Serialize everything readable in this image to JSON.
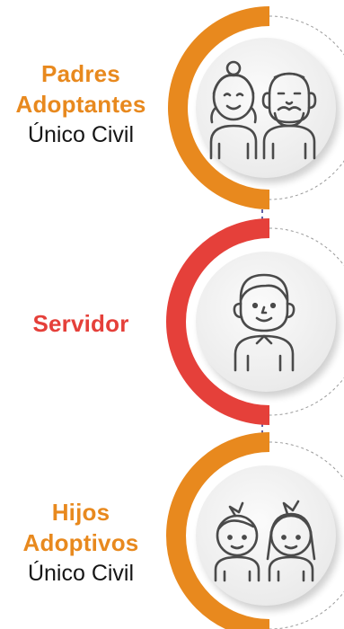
{
  "colors": {
    "orange": "#E8891E",
    "red": "#E5403A",
    "connector": "#3B3A8F",
    "icon_stroke": "#4A4A4A",
    "disc": "#F2F2F2"
  },
  "nodes": [
    {
      "role": "Padres Adoptantes",
      "role_line1": "Padres",
      "role_line2": "Adoptantes",
      "subtitle": "Único Civil",
      "color": "#E8891E",
      "icon": "elderly-couple-icon"
    },
    {
      "role": "Servidor",
      "subtitle": "",
      "color": "#E5403A",
      "icon": "person-icon"
    },
    {
      "role": "Hijos Adoptivos",
      "role_line1": "Hijos",
      "role_line2": "Adoptivos",
      "subtitle": "Único Civil",
      "color": "#E8891E",
      "icon": "children-icon"
    }
  ]
}
